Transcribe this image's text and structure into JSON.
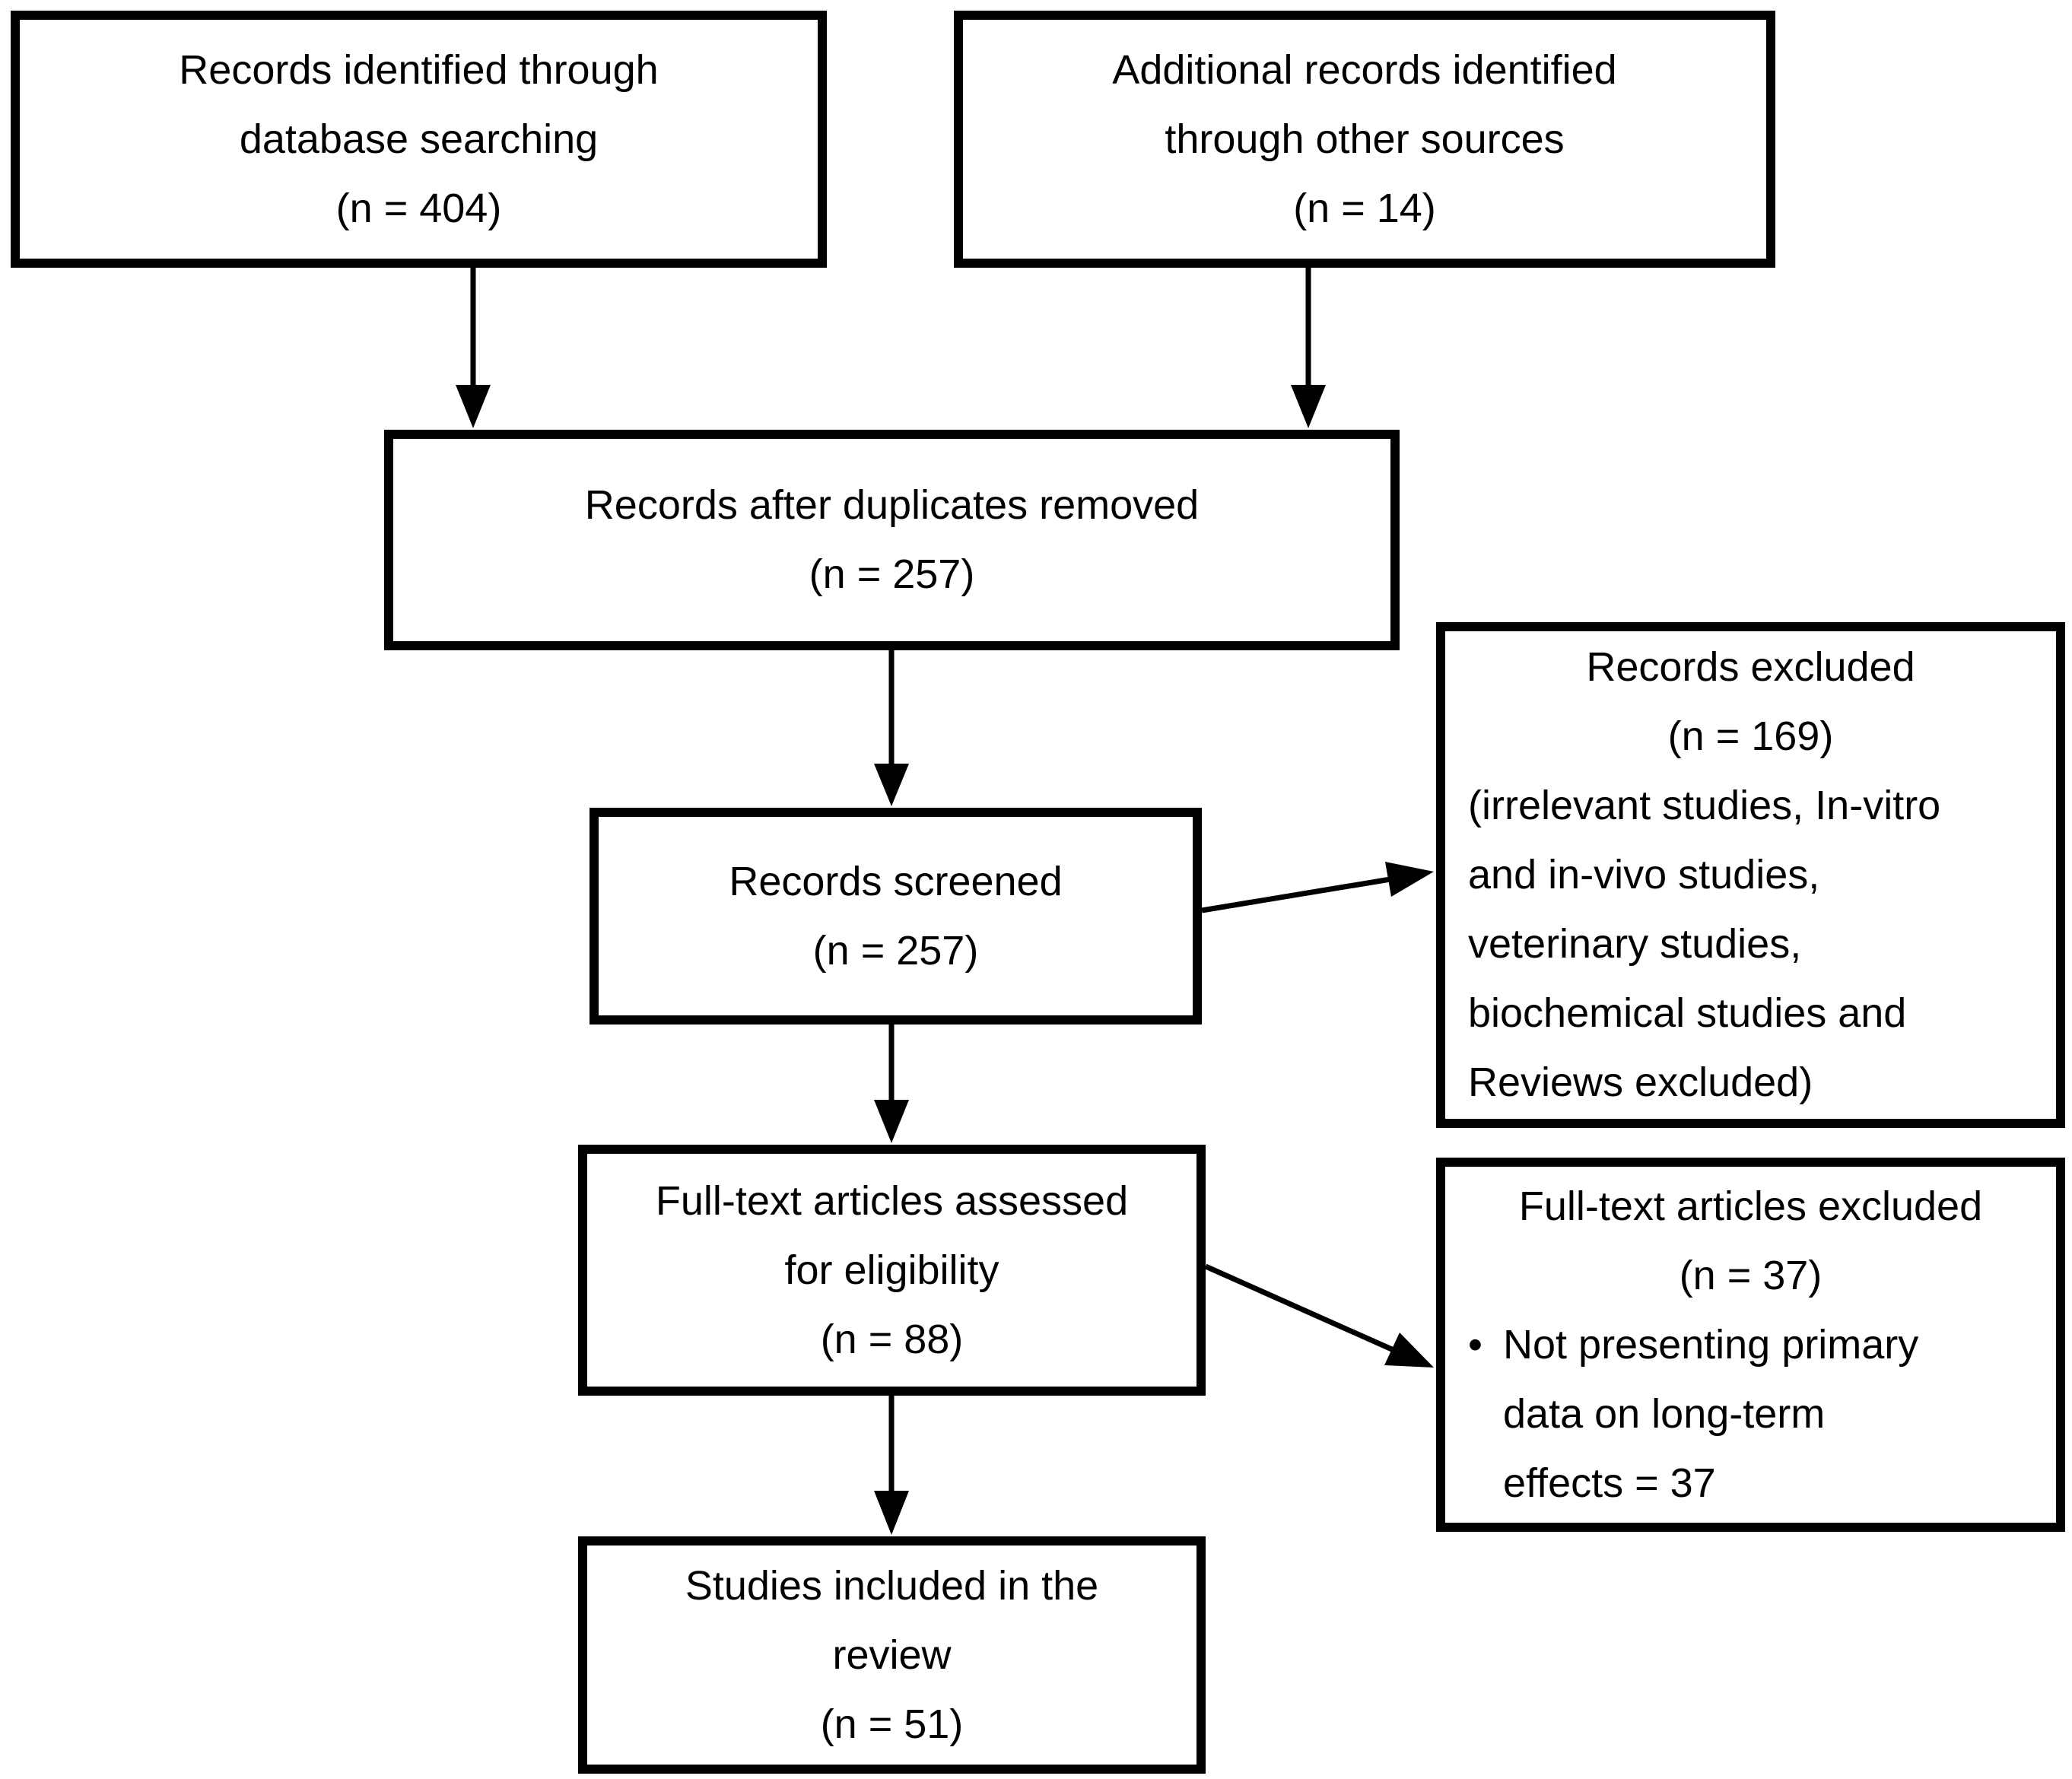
{
  "diagram": {
    "boxes": {
      "identified": {
        "lines": [
          "Records identified through",
          "database searching",
          "(n = 404)"
        ]
      },
      "additional": {
        "lines": [
          "Additional records identified",
          "through other sources",
          "(n = 14)"
        ]
      },
      "deduplicated": {
        "lines": [
          "Records after duplicates removed",
          "(n = 257)"
        ]
      },
      "screened": {
        "lines": [
          "Records screened",
          "(n = 257)"
        ]
      },
      "records_excluded": {
        "title_lines": [
          "Records excluded",
          "(n = 169)"
        ],
        "detail_lines": [
          "(irrelevant studies, In-vitro",
          "and in-vivo studies,",
          "veterinary studies,",
          "biochemical studies and",
          "Reviews excluded)"
        ]
      },
      "fulltext_assessed": {
        "lines": [
          "Full-text articles assessed",
          "for eligibility",
          "(n = 88)"
        ]
      },
      "fulltext_excluded": {
        "title_lines": [
          "Full-text articles excluded",
          "(n = 37)"
        ],
        "bullet": "•",
        "bullet_lines": [
          "Not presenting primary",
          "data on long-term",
          "effects = 37"
        ]
      },
      "included": {
        "lines": [
          "Studies included in the",
          "review",
          "(n = 51)"
        ]
      }
    },
    "colors": {
      "line": "#000000",
      "background": "#ffffff",
      "text": "#000000"
    }
  }
}
